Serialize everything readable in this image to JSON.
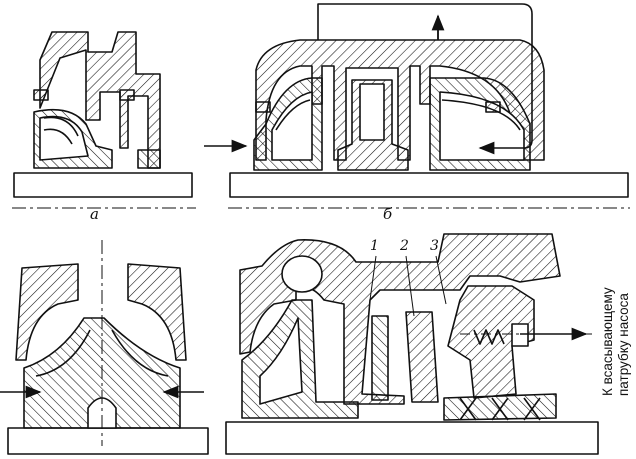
{
  "labels": {
    "fig_a": "а",
    "fig_b": "б",
    "part_1": "1",
    "part_2": "2",
    "part_3": "3"
  },
  "note": {
    "line1": "К всасывающему",
    "line2": "патрубку насоса"
  },
  "colors": {
    "stroke": "#111111",
    "background": "#ffffff"
  }
}
